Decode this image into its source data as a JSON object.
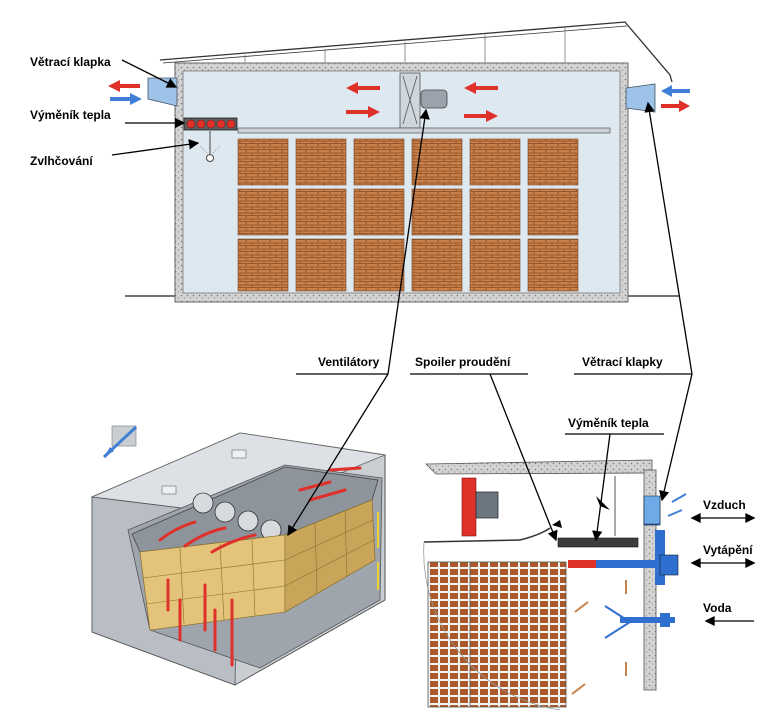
{
  "labels": {
    "vetraci_klapka": "Větrací klapka",
    "vymenik_tepla_top": "Výměník tepla",
    "zvlhcovani": "Zvlhčování",
    "ventilatory": "Ventilátory",
    "spoiler_proudeni": "Spoiler proudění",
    "vetraci_klapky": "Větrací klapky",
    "vymenik_tepla_detail": "Výměník tepla",
    "vzduch": "Vzduch",
    "vytapeni": "Vytápění",
    "voda": "Voda"
  },
  "colors": {
    "arrow_red": "#e0302a",
    "arrow_blue": "#3f7fd6",
    "brick": "#c9804a",
    "chamber": "#dde8f1",
    "wall": "#c8c8c8",
    "lumber": "#d9b868",
    "pipe_blue": "#2f6fd0"
  }
}
